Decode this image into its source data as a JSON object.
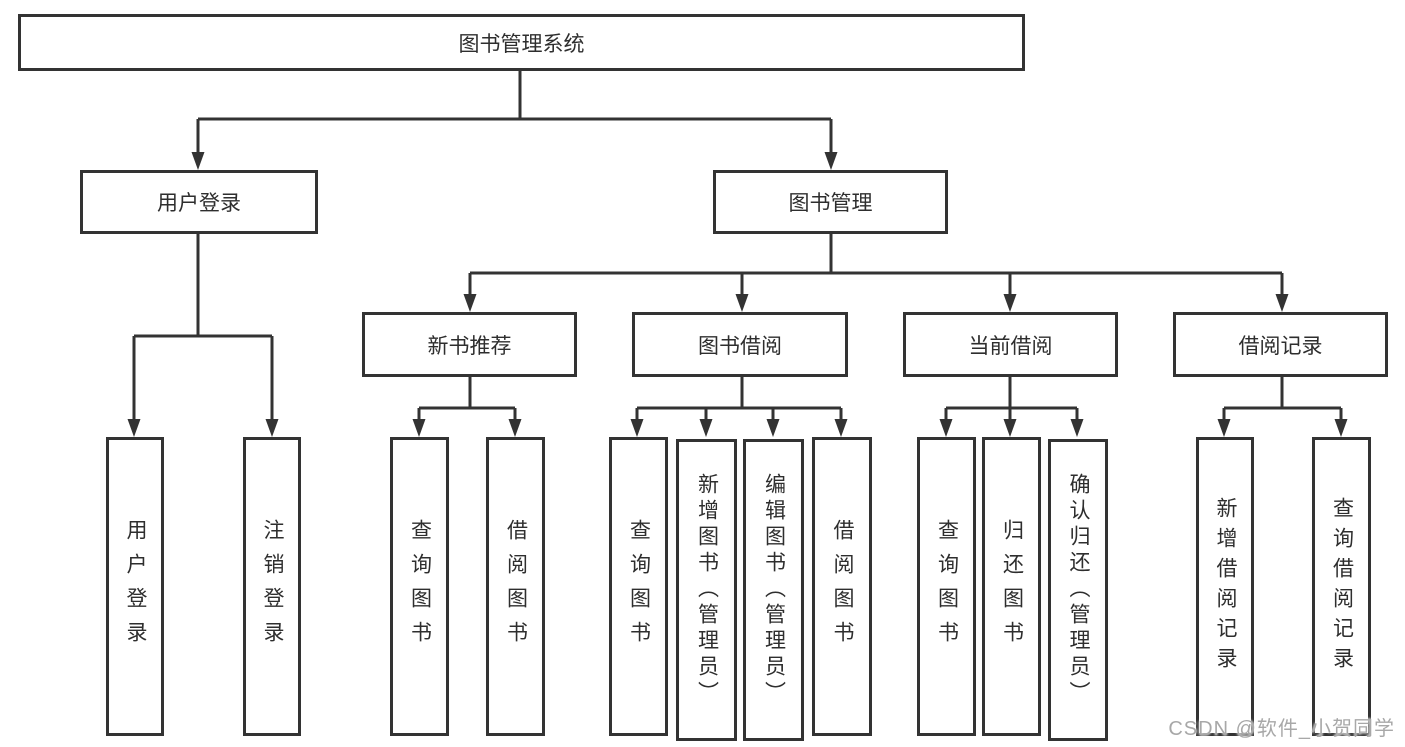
{
  "tree": {
    "root": {
      "label": "图书管理系统"
    },
    "branches": [
      {
        "label": "用户登录",
        "children": [
          {
            "label": "用户登录"
          },
          {
            "label": "注销登录"
          }
        ]
      },
      {
        "label": "图书管理",
        "children": [
          {
            "label": "新书推荐",
            "children": [
              {
                "label": "查询图书"
              },
              {
                "label": "借阅图书"
              }
            ]
          },
          {
            "label": "图书借阅",
            "children": [
              {
                "label": "查询图书"
              },
              {
                "label": "新增图书（管理员）"
              },
              {
                "label": "编辑图书（管理员）"
              },
              {
                "label": "借阅图书"
              }
            ]
          },
          {
            "label": "当前借阅",
            "children": [
              {
                "label": "查询图书"
              },
              {
                "label": "归还图书"
              },
              {
                "label": "确认归还（管理员）"
              }
            ]
          },
          {
            "label": "借阅记录",
            "children": [
              {
                "label": "新增借阅记录"
              },
              {
                "label": "查询借阅记录"
              }
            ]
          }
        ]
      }
    ]
  },
  "watermark": {
    "text": "CSDN @软件_小贺同学",
    "color": "#a8a8a8"
  },
  "colors": {
    "line": "#333333",
    "box_border": "#333333",
    "box_fill": "#ffffff",
    "text": "#2e2e2e",
    "background": "#ffffff"
  }
}
